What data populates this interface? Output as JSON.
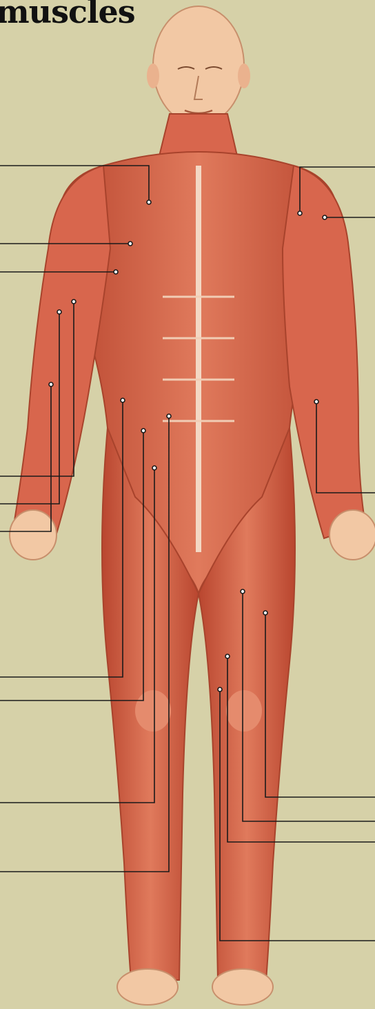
{
  "title": "muscles",
  "colors": {
    "background": "#d6d1a8",
    "muscle": "#d8664d",
    "muscle_dark": "#b9462f",
    "skin": "#f2c8a4",
    "leader_line": "#1a1a1a"
  },
  "icons": [
    "muscle-figure",
    "leader-line",
    "label-point"
  ]
}
